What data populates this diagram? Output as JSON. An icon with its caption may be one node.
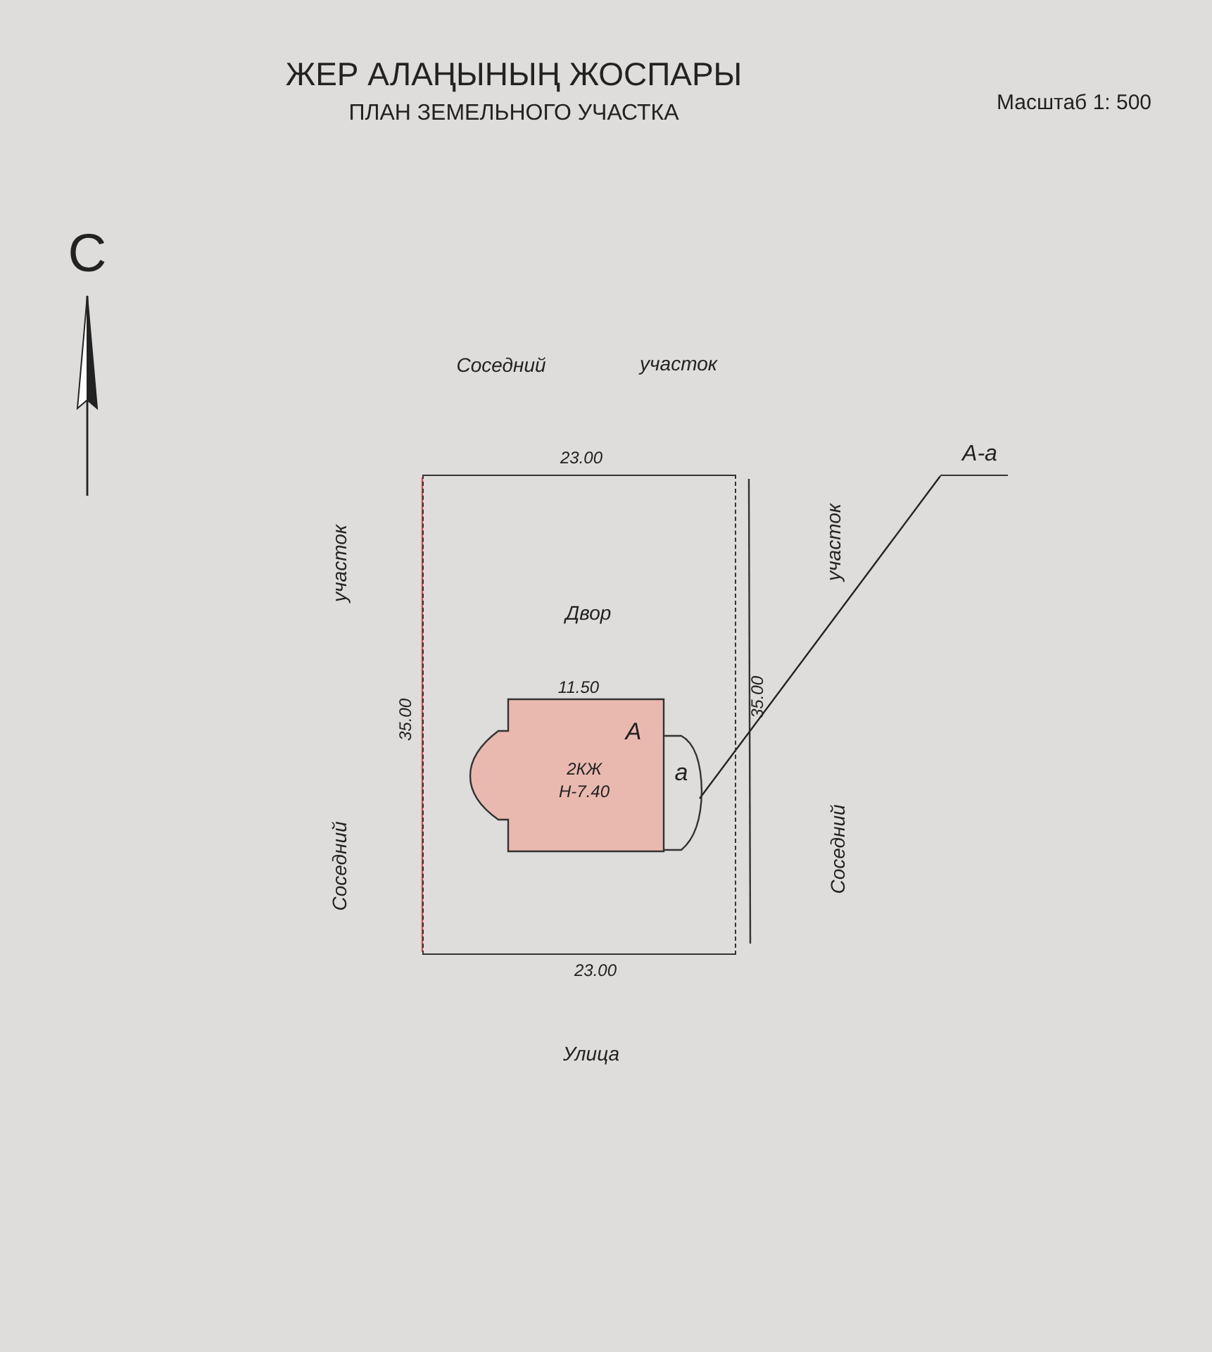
{
  "diagram": {
    "title": "ЖЕР АЛАҢЫНЫҢ ЖОСПАРЫ",
    "nodes": [
      {
        "text": [
          "Двор"
        ]
      },
      {
        "text": [
          "А",
          "2КЖ Н-7.40"
        ],
        "in": 0
      },
      {
        "text": [
          "а"
        ],
        "in": 0
      },
      {
        "text": [
          "А-а"
        ]
      }
    ],
    "edges": [
      {
        "from": 3,
        "to": 2,
        "arrow": "none"
      }
    ],
    "labels": [
      "ПЛАН ЗЕМЕЛЬНОГО УЧАСТКА",
      "Масштаб 1: 500",
      "С",
      "Соседний",
      "участок",
      "23.00",
      "участок",
      "участок",
      "11.50",
      "35.00",
      "35.00",
      "Соседний",
      "Соседний",
      "23.00",
      "Улица"
    ]
  }
}
